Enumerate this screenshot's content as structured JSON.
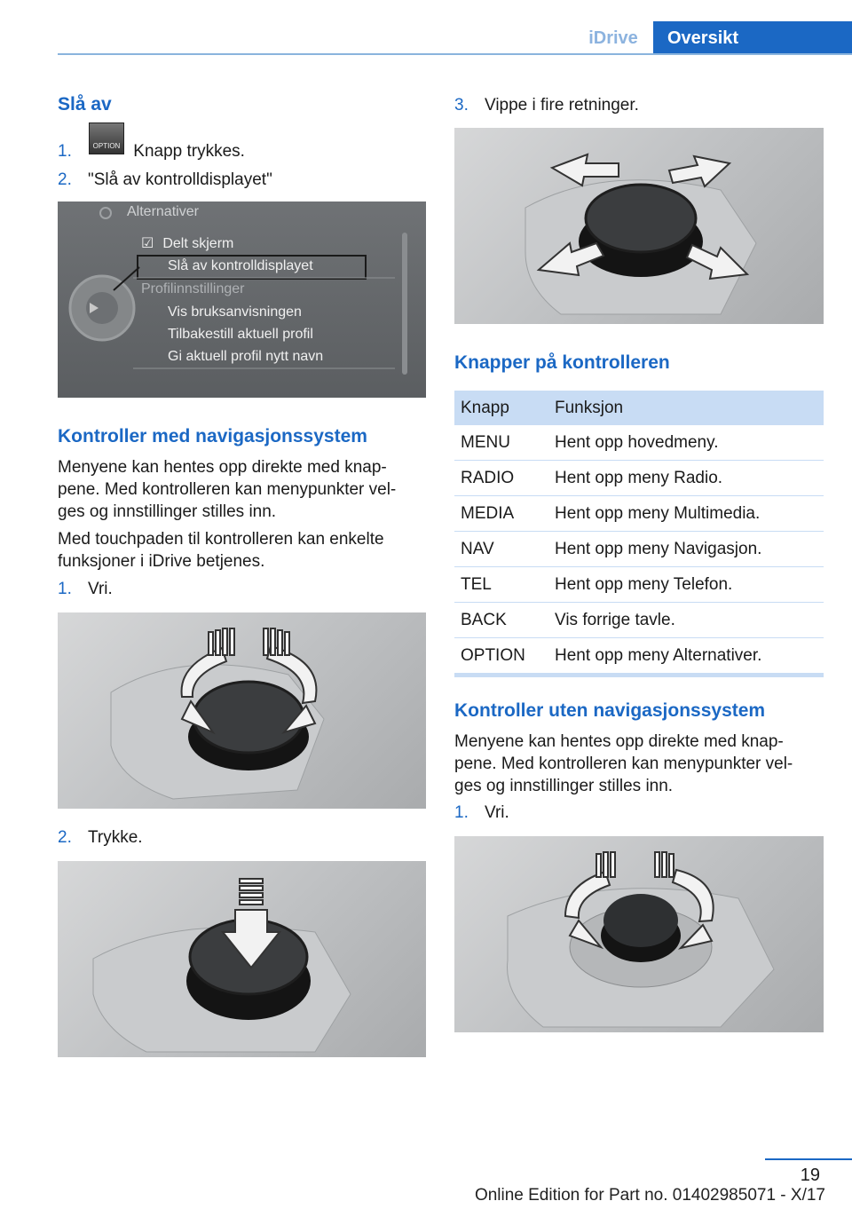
{
  "header": {
    "tab_section": "iDrive",
    "tab_chapter": "Oversikt"
  },
  "left": {
    "title_off": "Slå av",
    "steps_off": [
      {
        "num": "1.",
        "icon": "option-button-icon",
        "icon_label": "OPTION",
        "text": "Knapp trykkes."
      },
      {
        "num": "2.",
        "text": "\"Slå av kontrolldisplayet\""
      }
    ],
    "menu_screen": {
      "heading": "Alternativer",
      "items": [
        "Delt skjerm",
        "Slå av kontrolldisplayet",
        "Profilinnstillinger",
        "Vis bruksanvisningen",
        "Tilbakestill aktuell profil",
        "Gi aktuell profil nytt navn"
      ],
      "selected_index": 1
    },
    "title_nav": "Kontroller med navigasjonssystem",
    "para1": "Menyene kan hentes opp direkte med knap-pene. Med kontrolleren kan menypunkter vel-ges og innstillinger stilles inn.",
    "para1_lines": [
      "Menyene kan hentes opp direkte med knap-",
      "pene. Med kontrolleren kan menypunkter vel-",
      "ges og innstillinger stilles inn."
    ],
    "para2_lines": [
      "Med touchpaden til kontrolleren kan enkelte",
      "funksjoner i iDrive betjenes."
    ],
    "step1": {
      "num": "1.",
      "text": "Vri."
    },
    "step2": {
      "num": "2.",
      "text": "Trykke."
    }
  },
  "right": {
    "step3": {
      "num": "3.",
      "text": "Vippe i fire retninger."
    },
    "title_buttons": "Knapper på kontrolleren",
    "table": {
      "headers": [
        "Knapp",
        "Funksjon"
      ],
      "rows": [
        [
          "MENU",
          "Hent opp hovedmeny."
        ],
        [
          "RADIO",
          "Hent opp meny Radio."
        ],
        [
          "MEDIA",
          "Hent opp meny Multimedia."
        ],
        [
          "NAV",
          "Hent opp meny Navigasjon."
        ],
        [
          "TEL",
          "Hent opp meny Telefon."
        ],
        [
          "BACK",
          "Vis forrige tavle."
        ],
        [
          "OPTION",
          "Hent opp meny Alternativer."
        ]
      ]
    },
    "title_no_nav": "Kontroller uten navigasjonssystem",
    "para_lines": [
      "Menyene kan hentes opp direkte med knap-",
      "pene. Med kontrolleren kan menypunkter vel-",
      "ges og innstillinger stilles inn."
    ],
    "step1": {
      "num": "1.",
      "text": "Vri."
    }
  },
  "footer": {
    "page": "19",
    "edition": "Online Edition for Part no. 01402985071 - X/17"
  },
  "colors": {
    "accent": "#1b68c4",
    "accent_light": "#c8dcf4",
    "header_light": "#8cb3df"
  }
}
